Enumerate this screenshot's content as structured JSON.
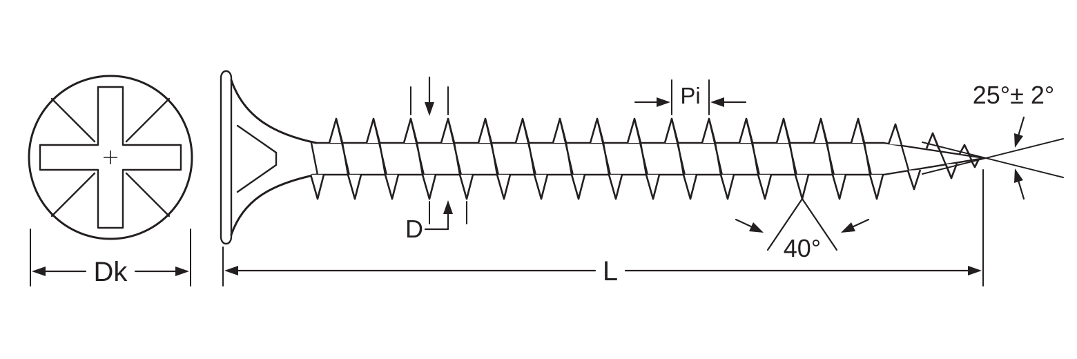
{
  "diagram": {
    "type": "technical-drawing",
    "subject": "countersunk screw with cross recess, side and front views",
    "labels": {
      "head_diameter": "Dk",
      "thread_diameter": "D",
      "pitch": "Pi",
      "length": "L",
      "thread_angle": "40°",
      "tip_angle": "25°± 2°"
    },
    "colors": {
      "line": "#231f20",
      "background": "#ffffff"
    }
  }
}
